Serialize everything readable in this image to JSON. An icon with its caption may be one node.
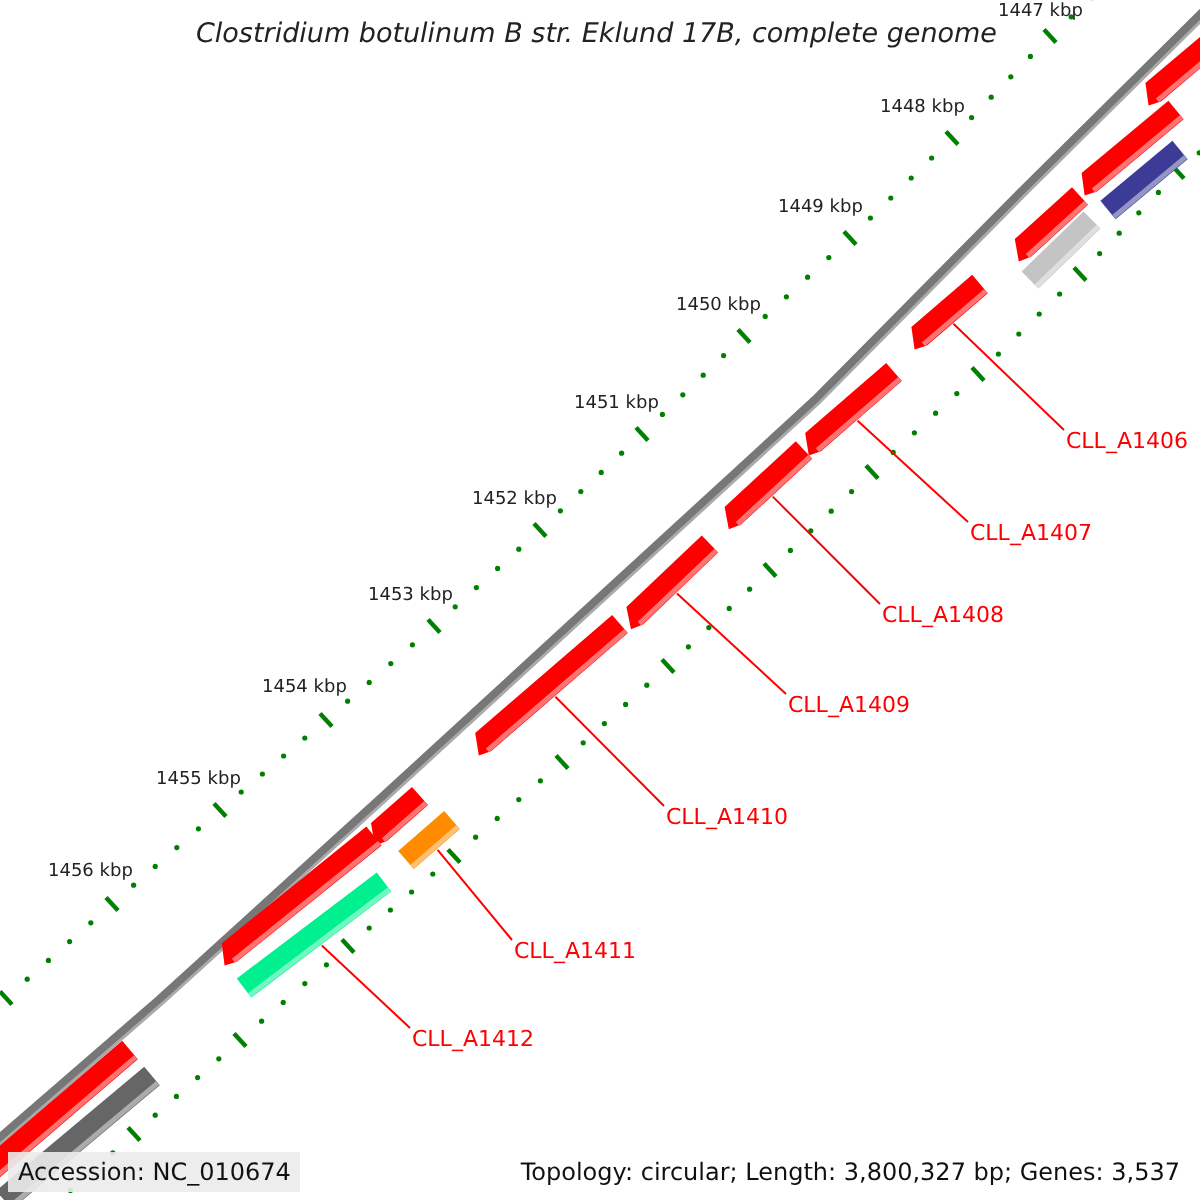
{
  "diagram": {
    "title": "Clostridium botulinum B str. Eklund 17B, complete genome",
    "nodes": [
      {
        "text": [
          "CLL_A1406"
        ]
      },
      {
        "text": [
          "CLL_A1407"
        ]
      },
      {
        "text": [
          "CLL_A1408"
        ]
      },
      {
        "text": [
          "CLL_A1409"
        ]
      },
      {
        "text": [
          "CLL_A1410"
        ]
      },
      {
        "text": [
          "CLL_A1411"
        ]
      },
      {
        "text": [
          "CLL_A1412"
        ]
      },
      {
        "text": [],
        "shape": "arrow"
      },
      {
        "text": [],
        "shape": "bar"
      },
      {
        "text": [],
        "shape": "arrow"
      },
      {
        "text": [],
        "shape": "bar"
      },
      {
        "text": [],
        "shape": "arrow"
      },
      {
        "text": [],
        "shape": "arrow"
      },
      {
        "text": [],
        "shape": "arrow"
      },
      {
        "text": [],
        "shape": "arrow"
      },
      {
        "text": [],
        "shape": "arrow"
      },
      {
        "text": [],
        "shape": "arrow"
      },
      {
        "text": [],
        "shape": "arrow"
      },
      {
        "text": [],
        "shape": "bar"
      },
      {
        "text": [],
        "shape": "arrow"
      },
      {
        "text": [],
        "shape": "bar"
      },
      {
        "text": [],
        "shape": "bar"
      },
      {
        "text": [],
        "shape": "bar"
      }
    ],
    "edges": [
      {
        "from": 0,
        "to": 12,
        "arrow": "none"
      },
      {
        "from": 1,
        "to": 13,
        "arrow": "none"
      },
      {
        "from": 2,
        "to": 14,
        "arrow": "none"
      },
      {
        "from": 3,
        "to": 15,
        "arrow": "none"
      },
      {
        "from": 4,
        "to": 16,
        "arrow": "none"
      },
      {
        "from": 5,
        "to": 18,
        "arrow": "none"
      },
      {
        "from": 6,
        "to": 20,
        "arrow": "none"
      }
    ],
    "labels": [
      "1447 kbp",
      "1448 kbp",
      "1449 kbp",
      "1450 kbp",
      "1451 kbp",
      "1452 kbp",
      "1453 kbp",
      "1454 kbp",
      "1455 kbp",
      "1456 kbp",
      "Accession: NC_010674",
      "Topology: circular; Length: 3,800,327 bp; Genes: 3,537"
    ]
  }
}
